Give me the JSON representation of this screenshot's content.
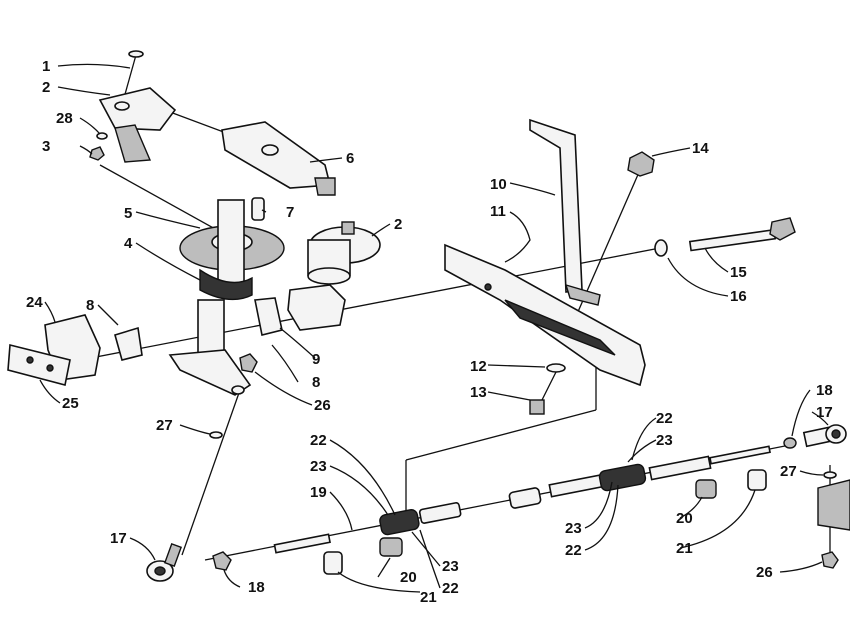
{
  "callouts": [
    {
      "id": "c1",
      "text": "1"
    },
    {
      "id": "c2a",
      "text": "2"
    },
    {
      "id": "c2b",
      "text": "2"
    },
    {
      "id": "c3",
      "text": "3"
    },
    {
      "id": "c4",
      "text": "4"
    },
    {
      "id": "c5",
      "text": "5"
    },
    {
      "id": "c6",
      "text": "6"
    },
    {
      "id": "c7",
      "text": "7"
    },
    {
      "id": "c8a",
      "text": "8"
    },
    {
      "id": "c8b",
      "text": "8"
    },
    {
      "id": "c9",
      "text": "9"
    },
    {
      "id": "c10",
      "text": "10"
    },
    {
      "id": "c11",
      "text": "11"
    },
    {
      "id": "c12",
      "text": "12"
    },
    {
      "id": "c13",
      "text": "13"
    },
    {
      "id": "c14",
      "text": "14"
    },
    {
      "id": "c15",
      "text": "15"
    },
    {
      "id": "c16",
      "text": "16"
    },
    {
      "id": "c17a",
      "text": "17"
    },
    {
      "id": "c17b",
      "text": "17"
    },
    {
      "id": "c18a",
      "text": "18"
    },
    {
      "id": "c18b",
      "text": "18"
    },
    {
      "id": "c19",
      "text": "19"
    },
    {
      "id": "c20a",
      "text": "20"
    },
    {
      "id": "c20b",
      "text": "20"
    },
    {
      "id": "c21a",
      "text": "21"
    },
    {
      "id": "c21b",
      "text": "21"
    },
    {
      "id": "c22a",
      "text": "22"
    },
    {
      "id": "c22b",
      "text": "22"
    },
    {
      "id": "c22c",
      "text": "22"
    },
    {
      "id": "c22d",
      "text": "22"
    },
    {
      "id": "c23a",
      "text": "23"
    },
    {
      "id": "c23b",
      "text": "23"
    },
    {
      "id": "c23c",
      "text": "23"
    },
    {
      "id": "c23d",
      "text": "23"
    },
    {
      "id": "c24",
      "text": "24"
    },
    {
      "id": "c25",
      "text": "25"
    },
    {
      "id": "c26a",
      "text": "26"
    },
    {
      "id": "c26b",
      "text": "26"
    },
    {
      "id": "c27a",
      "text": "27"
    },
    {
      "id": "c27b",
      "text": "27"
    },
    {
      "id": "c28",
      "text": "28"
    }
  ]
}
